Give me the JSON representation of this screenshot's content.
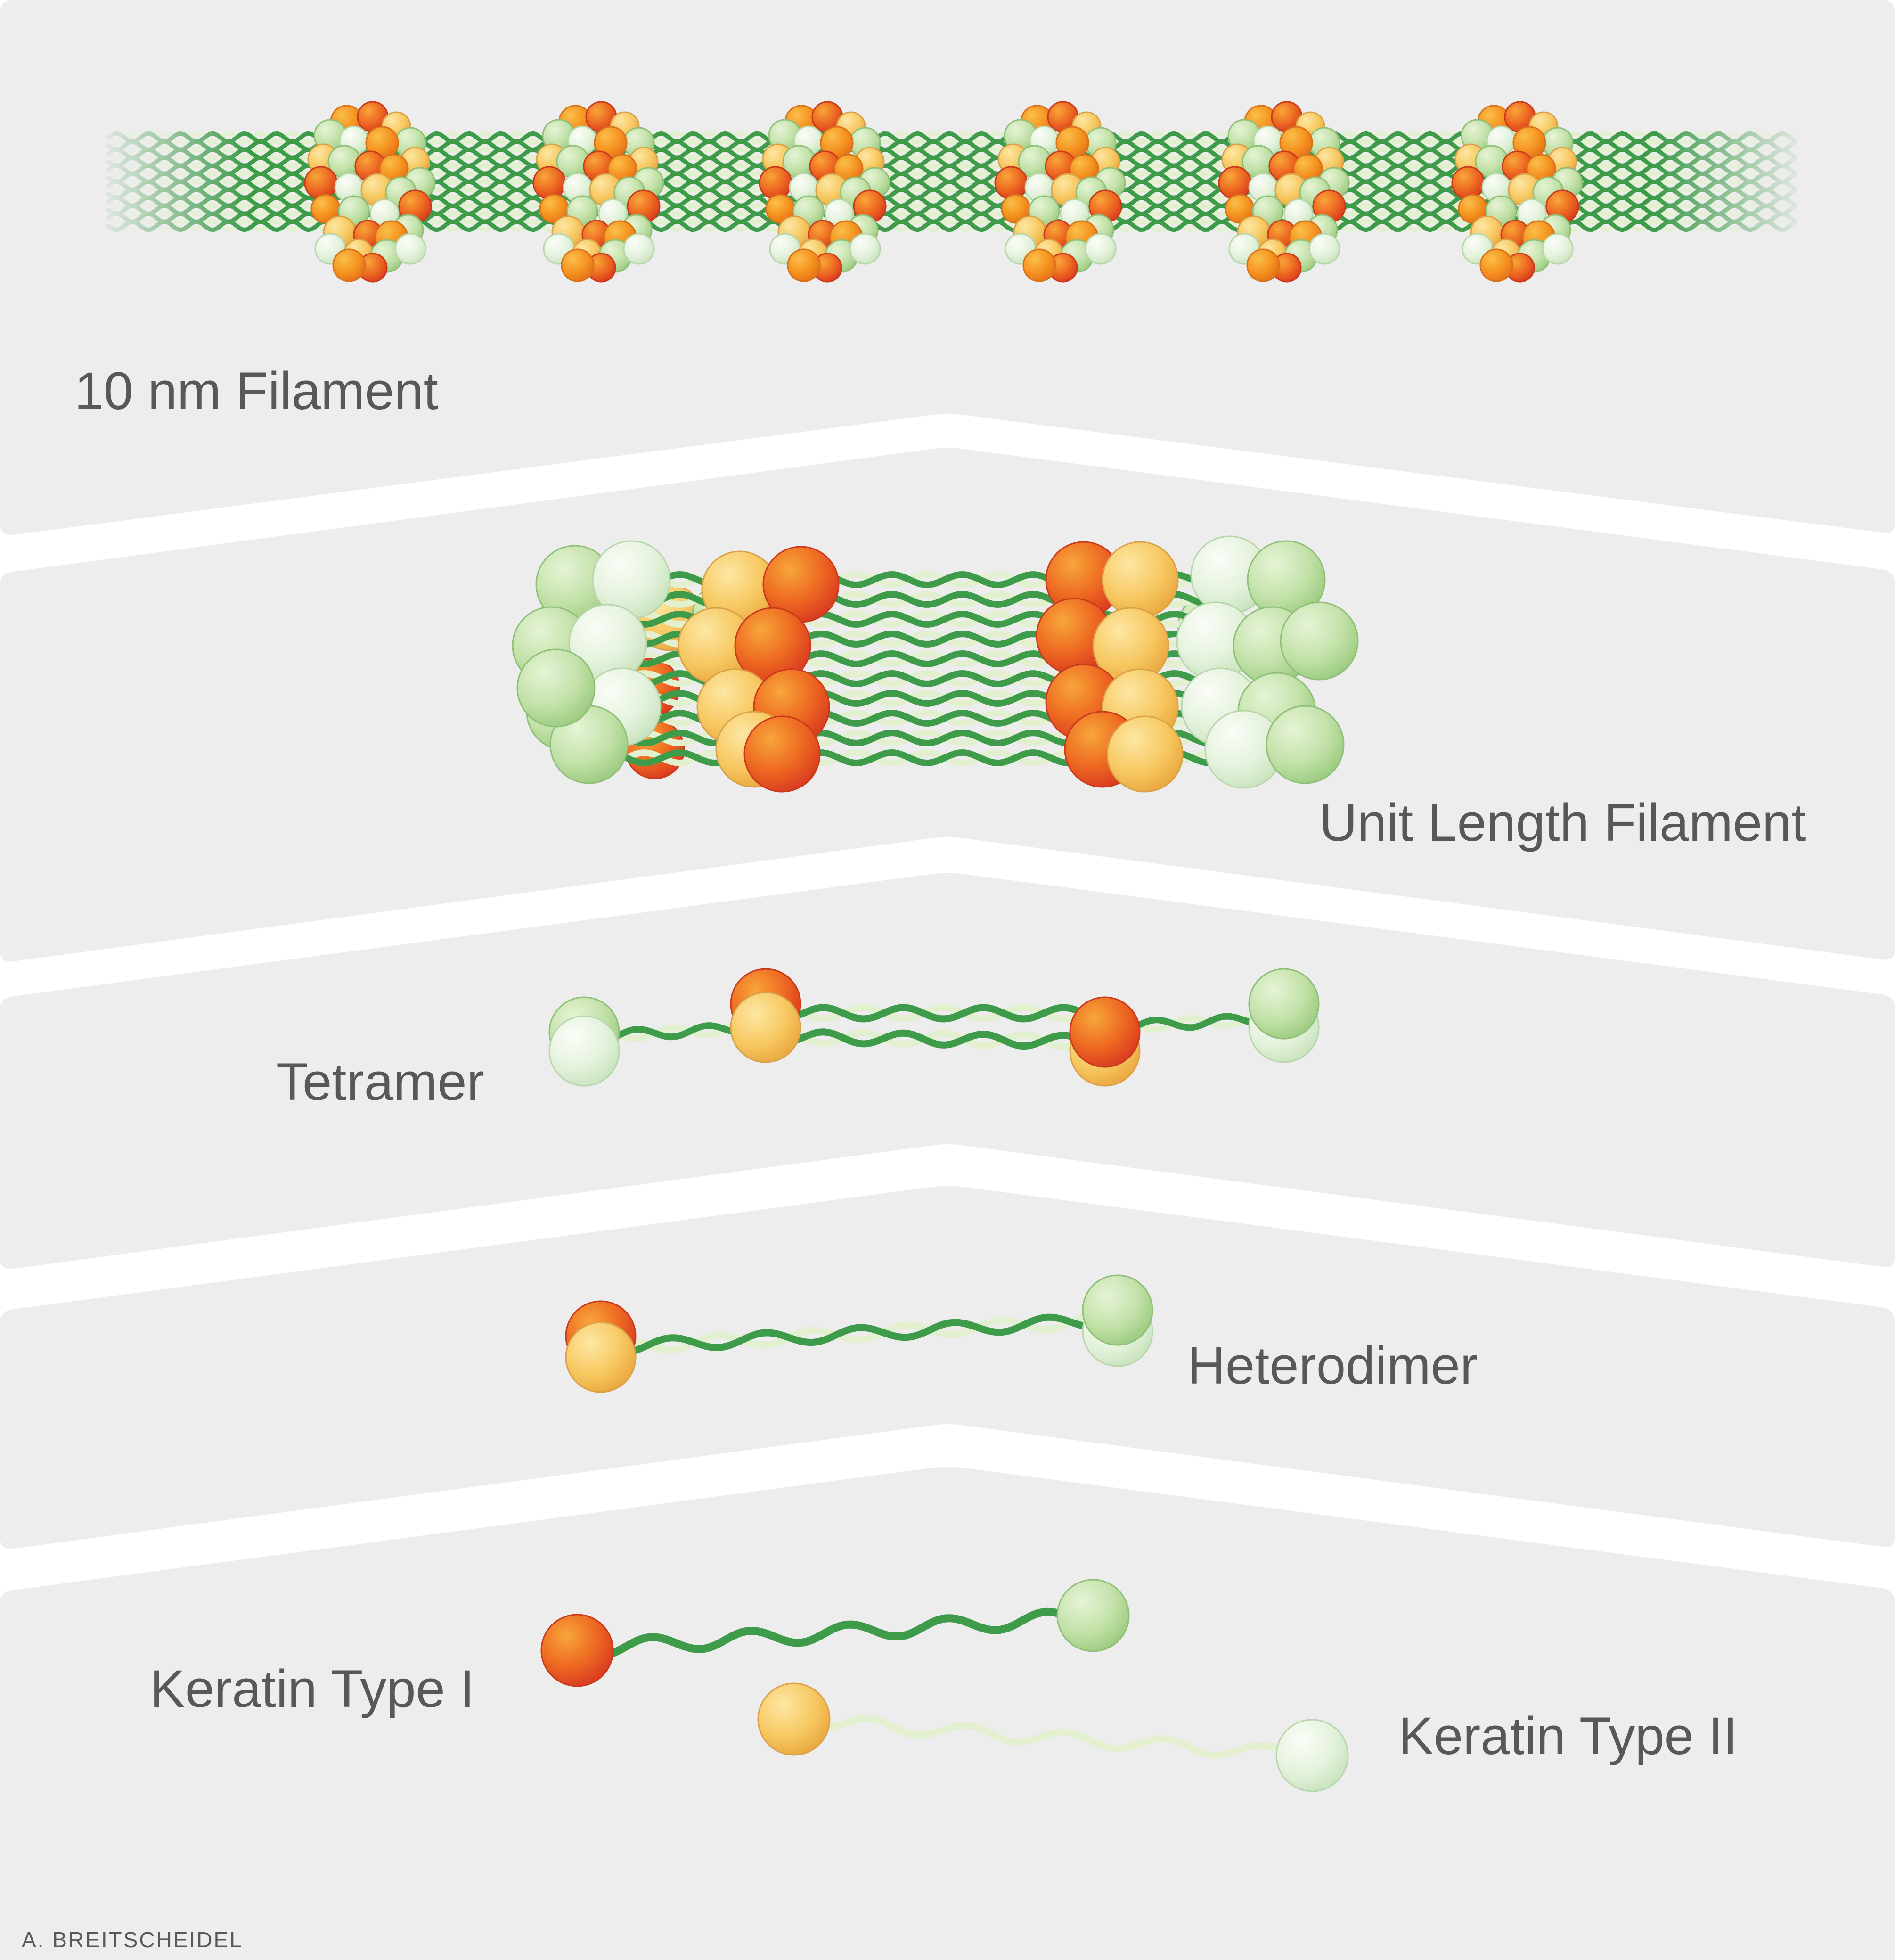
{
  "labels": {
    "filament_10nm": "10 nm Filament",
    "unit_length_filament": "Unit Length Filament",
    "tetramer": "Tetramer",
    "heterodimer": "Heterodimer",
    "keratin_type_1": "Keratin Type I",
    "keratin_type_2": "Keratin Type II"
  },
  "credit": "A. BREITSCHEIDEL",
  "colors": {
    "panel": "#ededee",
    "gap": "#ffffff",
    "strand_dark": "#3d9b4a",
    "strand_light": "#e3f0cf",
    "head_red": "#e8462a",
    "head_orange": "#f5921f",
    "head_yellow": "#f7c861",
    "tail_green": "#b9dc9d",
    "tail_pale": "#e1f1d9",
    "text": "#58585a"
  },
  "icons": {
    "sphere": "sphere-icon",
    "strand": "strand-icon"
  }
}
